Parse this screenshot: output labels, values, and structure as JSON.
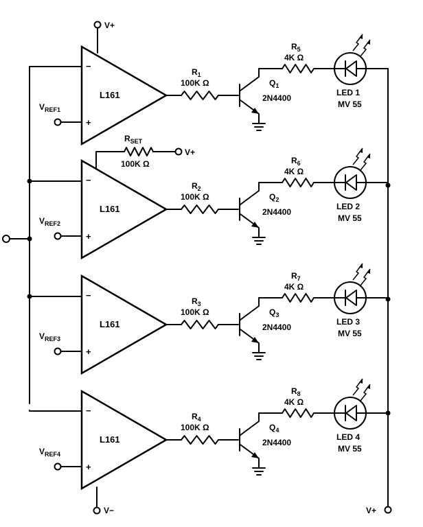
{
  "supplies": {
    "vplus": "V+",
    "vminus": "V−"
  },
  "op_inputs": {
    "minus": "−",
    "plus": "+"
  },
  "vref_base": "V",
  "rset": {
    "name": "R",
    "sub": "SET",
    "value": "100K Ω"
  },
  "stages": [
    {
      "opamp": "L161",
      "vref_sub": "REF1",
      "r_base_name": "R",
      "r_base_sub": "1",
      "r_base_value": "100K Ω",
      "r_led_name": "R",
      "r_led_sub": "5",
      "r_led_value": "4K Ω",
      "q_name": "Q",
      "q_sub": "1",
      "q_part": "2N4400",
      "led_name": "LED 1",
      "led_part": "MV 55"
    },
    {
      "opamp": "L161",
      "vref_sub": "REF2",
      "r_base_name": "R",
      "r_base_sub": "2",
      "r_base_value": "100K Ω",
      "r_led_name": "R",
      "r_led_sub": "6",
      "r_led_value": "4K Ω",
      "q_name": "Q",
      "q_sub": "2",
      "q_part": "2N4400",
      "led_name": "LED 2",
      "led_part": "MV 55"
    },
    {
      "opamp": "L161",
      "vref_sub": "REF3",
      "r_base_name": "R",
      "r_base_sub": "3",
      "r_base_value": "100K Ω",
      "r_led_name": "R",
      "r_led_sub": "7",
      "r_led_value": "4K Ω",
      "q_name": "Q",
      "q_sub": "3",
      "q_part": "2N4400",
      "led_name": "LED 3",
      "led_part": "MV 55"
    },
    {
      "opamp": "L161",
      "vref_sub": "REF4",
      "r_base_name": "R",
      "r_base_sub": "4",
      "r_base_value": "100K Ω",
      "r_led_name": "R",
      "r_led_sub": "8",
      "r_led_value": "4K Ω",
      "q_name": "Q",
      "q_sub": "4",
      "q_part": "2N4400",
      "led_name": "LED 4",
      "led_part": "MV 55"
    }
  ]
}
